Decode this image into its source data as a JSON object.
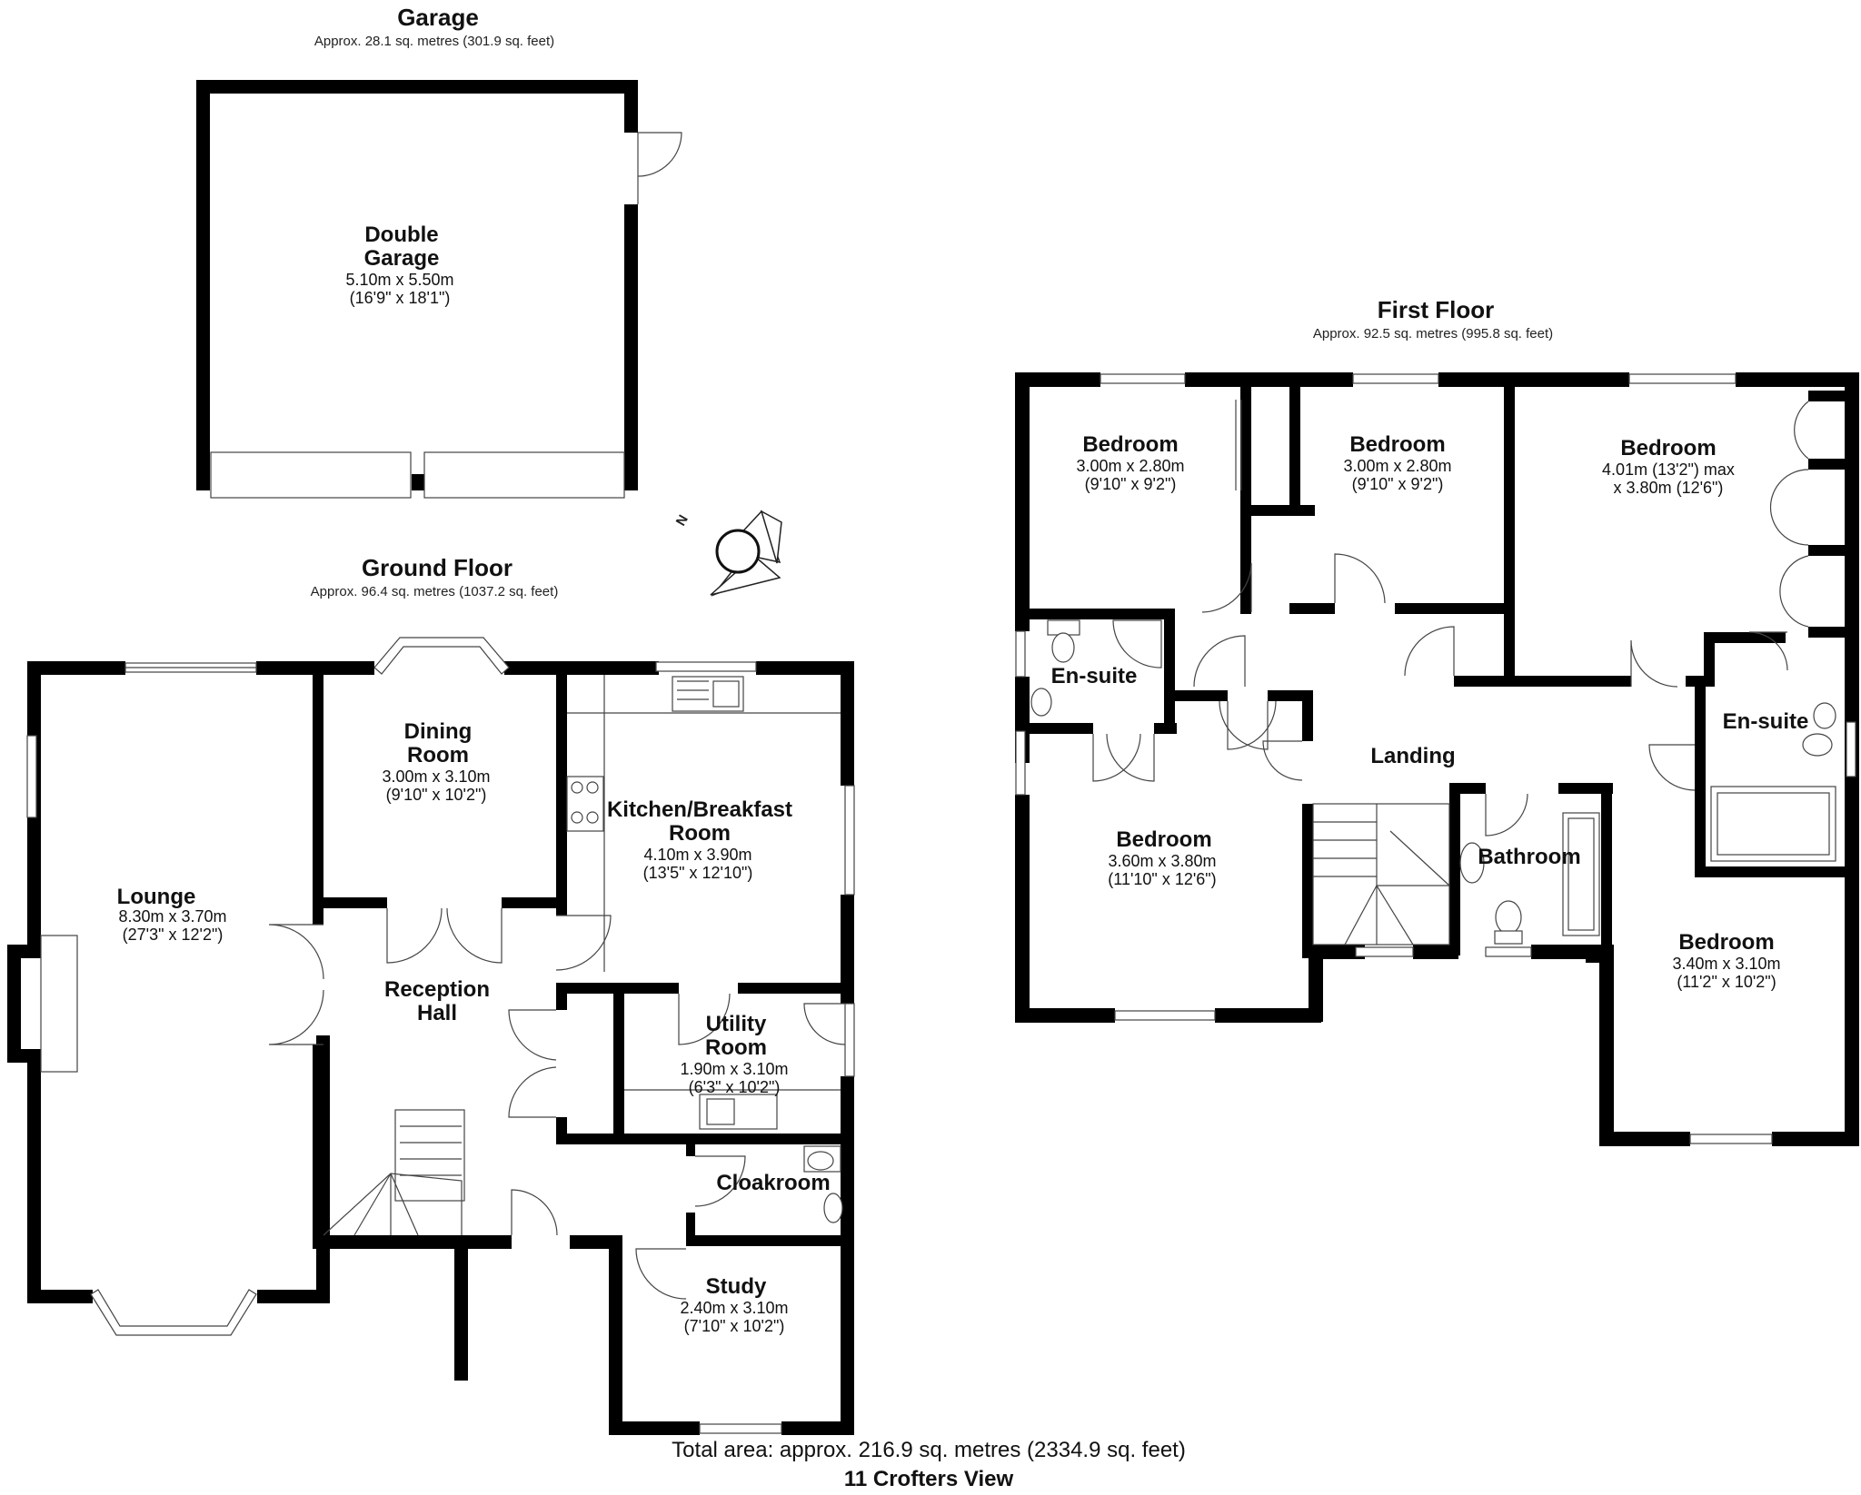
{
  "property_name": "11 Crofters View",
  "total_area": "Total area: approx. 216.9 sq. metres (2334.9 sq. feet)",
  "floors": {
    "garage": {
      "title": "Garage",
      "area": "Approx. 28.1 sq. metres (301.9 sq. feet)"
    },
    "ground": {
      "title": "Ground Floor",
      "area": "Approx. 96.4 sq. metres (1037.2 sq. feet)"
    },
    "first": {
      "title": "First Floor",
      "area": "Approx. 92.5 sq. metres (995.8 sq. feet)"
    }
  },
  "rooms": {
    "double_garage": {
      "name1": "Double",
      "name2": "Garage",
      "dim_m": "5.10m x 5.50m",
      "dim_ft": "(16'9\" x 18'1\")"
    },
    "lounge": {
      "name": "Lounge",
      "dim_m": "8.30m x 3.70m",
      "dim_ft": "(27'3\" x 12'2\")"
    },
    "dining": {
      "name1": "Dining",
      "name2": "Room",
      "dim_m": "3.00m x 3.10m",
      "dim_ft": "(9'10\" x 10'2\")"
    },
    "kitchen": {
      "name1": "Kitchen/Breakfast",
      "name2": "Room",
      "dim_m": "4.10m x 3.90m",
      "dim_ft": "(13'5\" x 12'10\")"
    },
    "reception": {
      "name1": "Reception",
      "name2": "Hall"
    },
    "utility": {
      "name1": "Utility",
      "name2": "Room",
      "dim_m": "1.90m x 3.10m",
      "dim_ft": "(6'3\" x 10'2\")"
    },
    "cloakroom": {
      "name": "Cloakroom"
    },
    "study": {
      "name": "Study",
      "dim_m": "2.40m x 3.10m",
      "dim_ft": "(7'10\" x 10'2\")"
    },
    "bedroom_1": {
      "name": "Bedroom",
      "dim_m": "3.00m x 2.80m",
      "dim_ft": "(9'10\" x 9'2\")"
    },
    "bedroom_2": {
      "name": "Bedroom",
      "dim_m": "3.00m x 2.80m",
      "dim_ft": "(9'10\" x 9'2\")"
    },
    "bedroom_3": {
      "name": "Bedroom",
      "dim_m": "4.01m (13'2\") max",
      "dim_ft": "x 3.80m (12'6\")"
    },
    "ensuite_1": {
      "name": "En-suite"
    },
    "ensuite_2": {
      "name": "En-suite"
    },
    "landing": {
      "name": "Landing"
    },
    "bedroom_4": {
      "name": "Bedroom",
      "dim_m": "3.60m x 3.80m",
      "dim_ft": "(11'10\" x 12'6\")"
    },
    "bathroom": {
      "name": "Bathroom"
    },
    "bedroom_5": {
      "name": "Bedroom",
      "dim_m": "3.40m x 3.10m",
      "dim_ft": "(11'2\" x 10'2\")"
    }
  },
  "compass_letter": "N"
}
